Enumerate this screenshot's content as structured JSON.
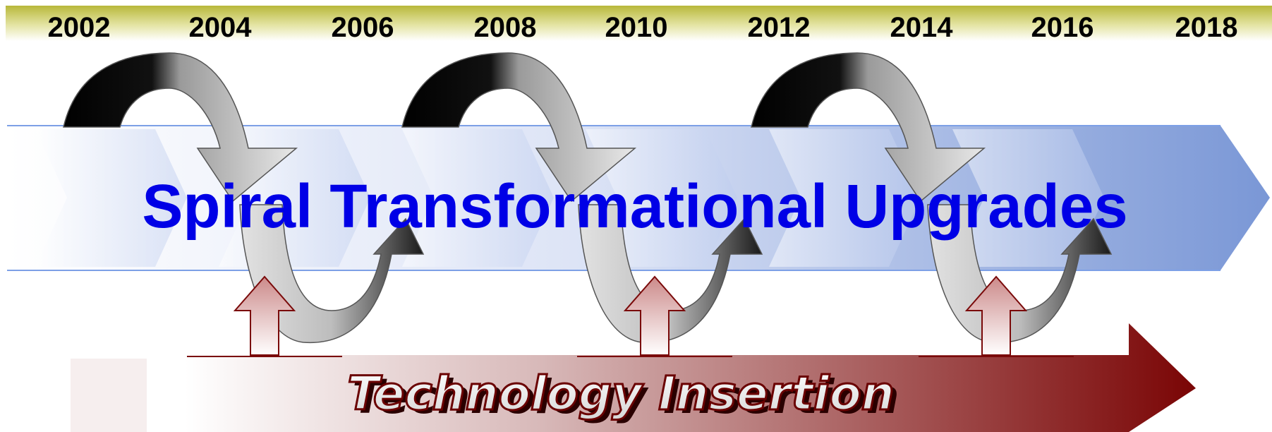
{
  "timeline": {
    "years": [
      "2002",
      "2004",
      "2006",
      "2008",
      "2010",
      "2012",
      "2014",
      "2016",
      "2018"
    ]
  },
  "main_band": {
    "title": "Spiral Transformational Upgrades",
    "title_color": "#0000e6"
  },
  "insertion_band": {
    "title": "Technology Insertion",
    "arrow_color": "#7a0a0a"
  },
  "colors": {
    "timeline_bar": "#b5b53a",
    "band_blue": "#7e9bd6",
    "insertion_red": "#8b1010"
  }
}
